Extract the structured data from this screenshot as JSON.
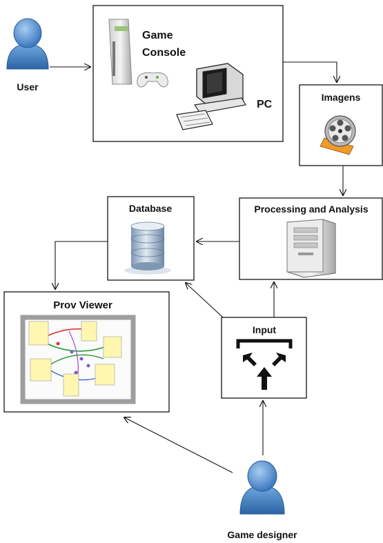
{
  "nodes": {
    "user": "User",
    "game_console": [
      "Game",
      "Console"
    ],
    "pc": "PC",
    "imagens": "Imagens",
    "processing": "Processing and Analysis",
    "database": "Database",
    "prov_viewer": "Prov Viewer",
    "input": "Input",
    "game_designer": "Game designer"
  },
  "colors": {
    "person": "#5b9bd5",
    "person_dark": "#2f6aa8",
    "viewer_frame": "#9e9e9e",
    "sticky_note": "#fff7b0",
    "db": "#9fb7cf"
  },
  "icons": [
    "user-icon",
    "game-console-icon",
    "gamepad-icon",
    "pc-icon",
    "film-reel-icon",
    "server-icon",
    "database-icon",
    "provenance-graph-icon",
    "input-arrows-icon",
    "game-designer-icon"
  ]
}
